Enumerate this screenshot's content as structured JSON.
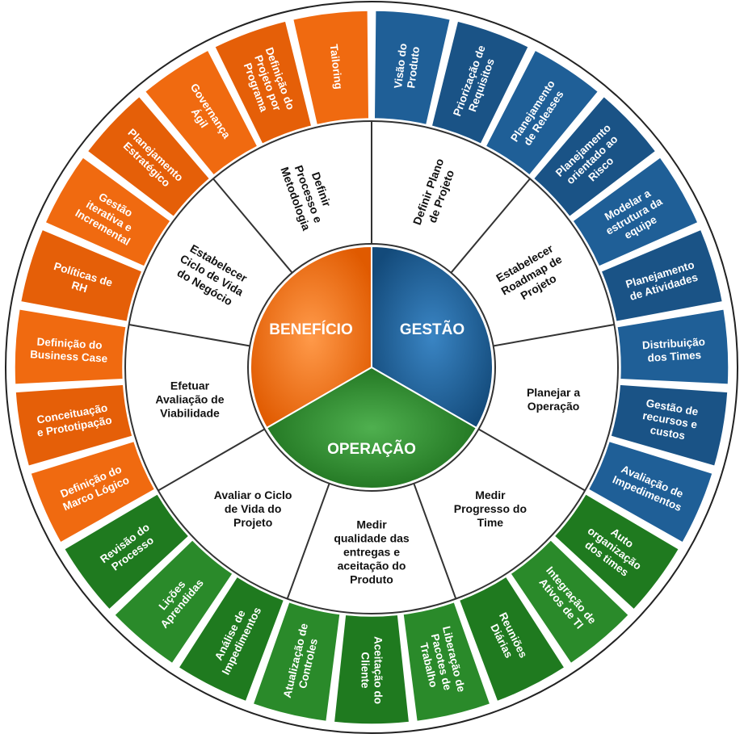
{
  "colors": {
    "beneficio": "#f06a10",
    "gestao": "#1f5f97",
    "operacao": "#2a8a2a",
    "outer_ring": "#ffffff",
    "ring_stroke": "#333333"
  },
  "core": [
    {
      "label": "BENEFÍCIO",
      "color": "beneficio"
    },
    {
      "label": "GESTÃO",
      "color": "gestao"
    },
    {
      "label": "OPERAÇÃO",
      "color": "operacao"
    }
  ],
  "middle_ring": [
    {
      "label": "Definir Plano\nde Projeto"
    },
    {
      "label": "Estabelecer\nRoadmap de\nProjeto"
    },
    {
      "label": "Planejar a\nOperação"
    },
    {
      "label": "Medir\nProgresso do\nTime"
    },
    {
      "label": "Medir\nqualidade das\nentregas e\naceitação do\nProduto"
    },
    {
      "label": "Avaliar o Ciclo\nde Vida do\nProjeto"
    },
    {
      "label": "Efetuar\nAvaliação de\nViabilidade"
    },
    {
      "label": "Estabelecer\nCiclo de Vida\ndo Negócio"
    },
    {
      "label": "Definir\nProcesso e\nMetodologia"
    }
  ],
  "outer_ring": [
    {
      "label": "Visão do\nProduto",
      "group": "gestao"
    },
    {
      "label": "Priorização de\nRequisitos",
      "group": "gestao"
    },
    {
      "label": "Planejamento\nde Releases",
      "group": "gestao"
    },
    {
      "label": "Planejamento\norientado ao\nRisco",
      "group": "gestao"
    },
    {
      "label": "Modelar a\nestrutura da\nequipe",
      "group": "gestao"
    },
    {
      "label": "Planejamento\nde Atividades",
      "group": "gestao"
    },
    {
      "label": "Distribuição\ndos Times",
      "group": "gestao"
    },
    {
      "label": "Gestão de\nrecursos e\ncustos",
      "group": "gestao"
    },
    {
      "label": "Avaliação de\nImpedimentos",
      "group": "gestao"
    },
    {
      "label": "Auto\norganização\ndos times",
      "group": "operacao"
    },
    {
      "label": "Integração de\nAtivos de TI",
      "group": "operacao"
    },
    {
      "label": "Reuniões\nDiárias",
      "group": "operacao"
    },
    {
      "label": "Liberação de\nPacotes de\nTrabalho",
      "group": "operacao"
    },
    {
      "label": "Aceitação do\nCliente",
      "group": "operacao"
    },
    {
      "label": "Atualização de\nControles",
      "group": "operacao"
    },
    {
      "label": "Análise de\nImpedimentos",
      "group": "operacao"
    },
    {
      "label": "Lições\nAprendidas",
      "group": "operacao"
    },
    {
      "label": "Revisão do\nProcesso",
      "group": "operacao"
    },
    {
      "label": "Definição do\nMarco Lógico",
      "group": "beneficio"
    },
    {
      "label": "Conceituação\ne Prototipação",
      "group": "beneficio"
    },
    {
      "label": "Definição do\nBusiness Case",
      "group": "beneficio"
    },
    {
      "label": "Políticas de\nRH",
      "group": "beneficio"
    },
    {
      "label": "Gestão\niterativa e\nIncremental",
      "group": "beneficio"
    },
    {
      "label": "Planejamento\nEstratégico",
      "group": "beneficio"
    },
    {
      "label": "Governança\nÁgil",
      "group": "beneficio"
    },
    {
      "label": "Definição do\nProjeto por\nPrograma",
      "group": "beneficio"
    },
    {
      "label": "Tailoring",
      "group": "beneficio"
    }
  ]
}
